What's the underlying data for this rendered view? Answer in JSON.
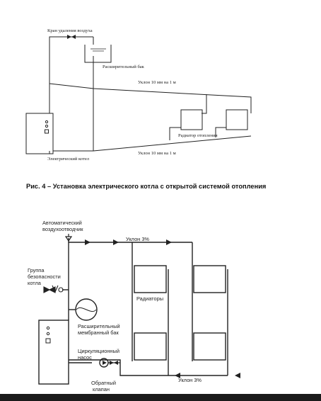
{
  "figure1": {
    "labels": {
      "air_valve": "Кран удаления воздуха",
      "expansion_tank": "Расширительный бак",
      "slope_top": "Уклон 10 мм на 1 м",
      "radiator": "Радиатор отопления",
      "slope_bottom": "Уклон 10 мм на 1 м",
      "boiler": "Электрический котел"
    }
  },
  "caption": "Рис. 4 – Установка электрического котла с открытой системой отопления",
  "figure2": {
    "labels": {
      "air_vent_line1": "Автоматический",
      "air_vent_line2": "воздухоотводчик",
      "slope_top": "Уклон 3%",
      "safety_line1": "Группа",
      "safety_line2": "безопасности",
      "safety_line3": "котла",
      "radiators": "Радиаторы",
      "membrane_line1": "Расширительный",
      "membrane_line2": "мембранный бак",
      "pump_line1": "Циркуляционный",
      "pump_line2": "насос",
      "check_valve_line1": "Обратный",
      "check_valve_line2": "клапан",
      "slope_bottom": "Уклон 3%"
    }
  }
}
